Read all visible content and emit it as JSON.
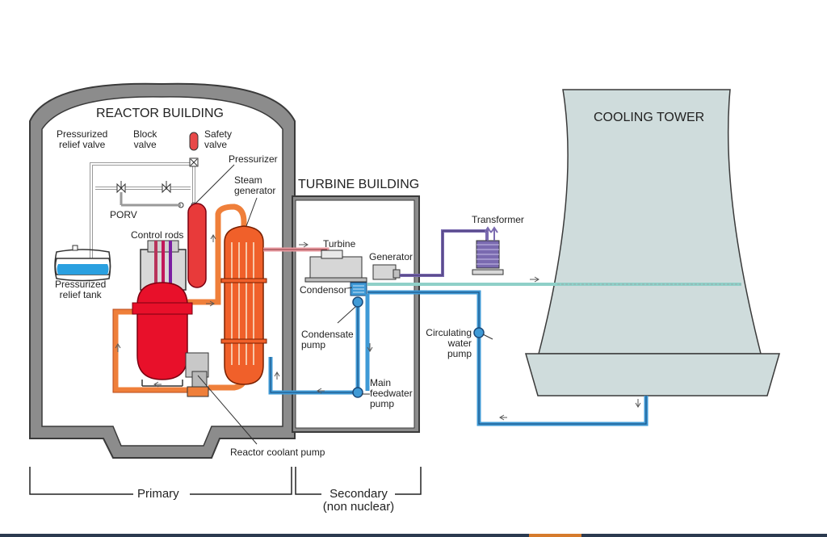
{
  "labels": {
    "reactor_building": "REACTOR BUILDING",
    "turbine_building": "TURBINE BUILDING",
    "cooling_tower": "COOLING TOWER",
    "pressurized_relief_valve": [
      "Pressurized",
      "relief valve"
    ],
    "block_valve": [
      "Block",
      "valve"
    ],
    "safety_valve": [
      "Safety",
      "valve"
    ],
    "pressurizer": "Pressurizer",
    "steam_generator": [
      "Steam",
      "generator"
    ],
    "porv": "PORV",
    "control_rods": "Control rods",
    "pressurized_relief_tank": [
      "Pressurized",
      "relief tank"
    ],
    "turbine": "Turbine",
    "generator": "Generator",
    "transformer": "Transformer",
    "condensor": "Condensor",
    "condensate_pump": [
      "Condensate",
      "pump"
    ],
    "main_feedwater_pump": [
      "Main",
      "feedwater",
      "pump"
    ],
    "circulating_water_pump": [
      "Circulating",
      "water",
      "pump"
    ],
    "reactor_coolant_pump": "Reactor coolant pump",
    "primary": "Primary",
    "secondary": [
      "Secondary",
      "(non nuclear)"
    ]
  },
  "colors": {
    "building_wall": "#8c8c8c",
    "building_outline": "#3a3a3a",
    "reactor_vessel": "#e8102a",
    "pressurizer": "#e83a3a",
    "steam_generator": "#f0602a",
    "primary_loop": "#ef7f3a",
    "steam_line": "#e89aa0",
    "feedwater_line": "#3f9ad6",
    "transformer_line": "#7a6ab0",
    "cooling_tower": "#cfdcdc",
    "relief_tank_water": "#2aa0e0",
    "cooling_water_line": "#8fd0c8"
  }
}
